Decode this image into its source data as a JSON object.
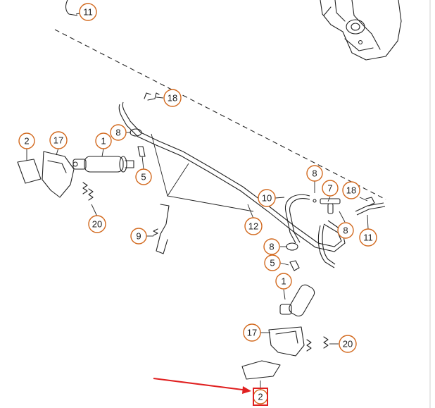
{
  "callouts": [
    {
      "id": "c11-top",
      "label": "11"
    },
    {
      "id": "c18-top",
      "label": "18"
    },
    {
      "id": "c8-left",
      "label": "8"
    },
    {
      "id": "c2-left",
      "label": "2"
    },
    {
      "id": "c17-left",
      "label": "17"
    },
    {
      "id": "c1-left",
      "label": "1"
    },
    {
      "id": "c5-left",
      "label": "5"
    },
    {
      "id": "c20-left",
      "label": "20"
    },
    {
      "id": "c9",
      "label": "9"
    },
    {
      "id": "c8-mid",
      "label": "8"
    },
    {
      "id": "c7",
      "label": "7"
    },
    {
      "id": "c18-right",
      "label": "18"
    },
    {
      "id": "c10",
      "label": "10"
    },
    {
      "id": "c8-right",
      "label": "8"
    },
    {
      "id": "c11-right",
      "label": "11"
    },
    {
      "id": "c12",
      "label": "12"
    },
    {
      "id": "c8-lower",
      "label": "8"
    },
    {
      "id": "c5-lower",
      "label": "5"
    },
    {
      "id": "c1-lower",
      "label": "1"
    },
    {
      "id": "c17-lower",
      "label": "17"
    },
    {
      "id": "c20-lower",
      "label": "20"
    },
    {
      "id": "c2-highlight",
      "label": "2"
    }
  ],
  "highlight": {
    "color": "#e02020"
  },
  "accent": {
    "callout_ring": "#d2691e"
  }
}
